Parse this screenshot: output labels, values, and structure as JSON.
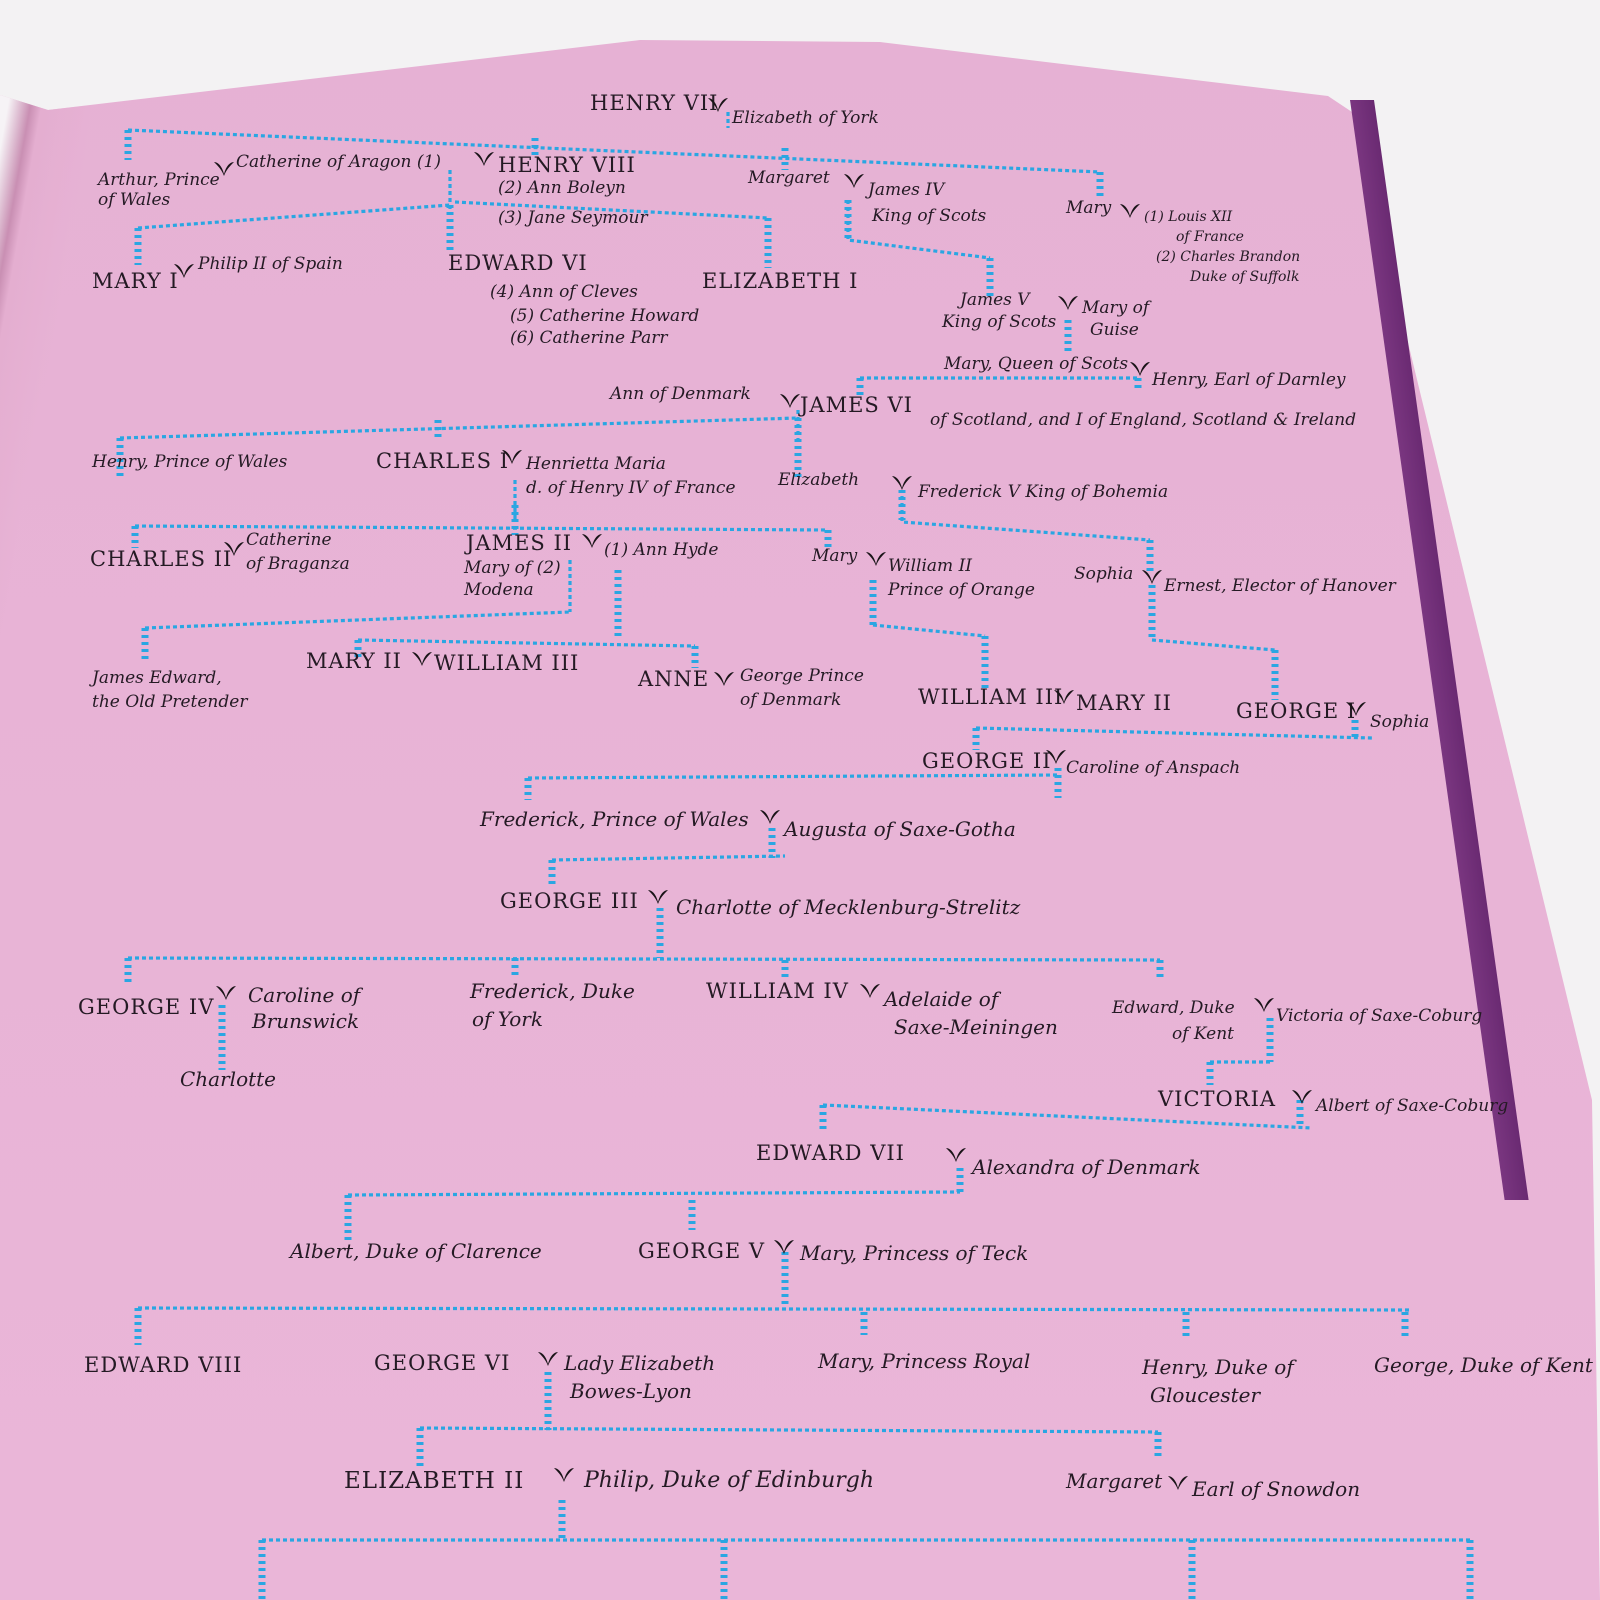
{
  "colors": {
    "paper": "#e8b4d6",
    "ink": "#241a24",
    "connector": "#2aa6e2",
    "spine": "#74307a"
  },
  "icons": {
    "marriage": "heart-shaped marriage mark"
  },
  "tree": {
    "henry_vii": "HENRY VII",
    "elizabeth_of_york": "Elizabeth of York",
    "arthur": "Arthur, Prince",
    "arthur_2": "of Wales",
    "catherine_of_aragon": "Catherine of Aragon (1)",
    "henry_viii": "HENRY VIII",
    "ann_boleyn": "(2) Ann Boleyn",
    "jane_seymour": "(3) Jane Seymour",
    "margaret": "Margaret",
    "james_iv": "James IV",
    "james_iv_2": "King of Scots",
    "mary_tudor": "Mary",
    "louis_xii": "(1) Louis XII",
    "louis_xii_2": "of France",
    "charles_brandon": "(2) Charles Brandon",
    "charles_brandon_2": "Duke of Suffolk",
    "mary_i": "MARY I",
    "philip_ii": "Philip II of Spain",
    "edward_vi": "EDWARD VI",
    "ann_of_cleves": "(4) Ann of Cleves",
    "catherine_howard": "(5) Catherine Howard",
    "catherine_parr": "(6) Catherine Parr",
    "elizabeth_i": "ELIZABETH I",
    "james_v": "James V",
    "james_v_2": "King of Scots",
    "mary_of_guise": "Mary of",
    "mary_of_guise_2": "Guise",
    "mary_queen_of_scots": "Mary, Queen of Scots",
    "henry_darnley": "Henry, Earl of Darnley",
    "ann_of_denmark": "Ann of Denmark",
    "james_vi": "JAMES VI",
    "james_vi_2": "of Scotland, and I of England, Scotland & Ireland",
    "henry_prince_of_wales": "Henry, Prince of Wales",
    "charles_i": "CHARLES I",
    "henrietta_maria": "Henrietta Maria",
    "henrietta_maria_2": "d. of Henry IV of France",
    "elizabeth_stuart": "Elizabeth",
    "frederick_v": "Frederick V King of Bohemia",
    "charles_ii": "CHARLES II",
    "catherine_of_braganza": "Catherine",
    "catherine_of_braganza_2": "of Braganza",
    "james_ii": "JAMES II",
    "ann_hyde": "(1) Ann Hyde",
    "mary_of_modena": "Mary of (2)",
    "mary_of_modena_2": "Modena",
    "mary_orange": "Mary",
    "william_ii": "William II",
    "william_ii_2": "Prince of Orange",
    "sophia_hanover": "Sophia",
    "ernest": "Ernest, Elector of Hanover",
    "james_edward": "James Edward,",
    "james_edward_2": "the Old Pretender",
    "mary_ii": "MARY II",
    "william_iii": "WILLIAM III",
    "anne": "ANNE",
    "george_prince": "George Prince",
    "george_prince_2": "of Denmark",
    "william_iii_b": "WILLIAM III",
    "mary_ii_b": "MARY II",
    "george_i": "GEORGE I",
    "sophia_celle": "Sophia",
    "george_ii": "GEORGE II",
    "caroline_anspach": "Caroline of Anspach",
    "frederick_prince": "Frederick, Prince of Wales",
    "augusta": "Augusta of Saxe-Gotha",
    "george_iii": "GEORGE III",
    "charlotte_mecklenburg": "Charlotte of Mecklenburg-Strelitz",
    "george_iv": "GEORGE IV",
    "caroline_brunswick": "Caroline of",
    "caroline_brunswick_2": "Brunswick",
    "frederick_york": "Frederick, Duke",
    "frederick_york_2": "of York",
    "william_iv": "WILLIAM IV",
    "adelaide": "Adelaide of",
    "adelaide_2": "Saxe-Meiningen",
    "edward_kent": "Edward, Duke",
    "edward_kent_2": "of Kent",
    "victoria_saxe": "Victoria of Saxe-Coburg",
    "charlotte": "Charlotte",
    "victoria": "VICTORIA",
    "albert": "Albert of Saxe-Coburg",
    "edward_vii": "EDWARD VII",
    "alexandra": "Alexandra of Denmark",
    "albert_clarence": "Albert, Duke of Clarence",
    "george_v": "GEORGE V",
    "mary_teck": "Mary, Princess of Teck",
    "edward_viii": "EDWARD VIII",
    "george_vi": "GEORGE VI",
    "lady_elizabeth": "Lady Elizabeth",
    "lady_elizabeth_2": "Bowes-Lyon",
    "mary_princess_royal": "Mary, Princess Royal",
    "henry_gloucester": "Henry, Duke of",
    "henry_gloucester_2": "Gloucester",
    "george_kent": "George, Duke of Kent",
    "elizabeth_ii": "ELIZABETH II",
    "philip": "Philip, Duke of Edinburgh",
    "margaret_snowdon": "Margaret",
    "earl_snowdon": "Earl of Snowdon"
  }
}
